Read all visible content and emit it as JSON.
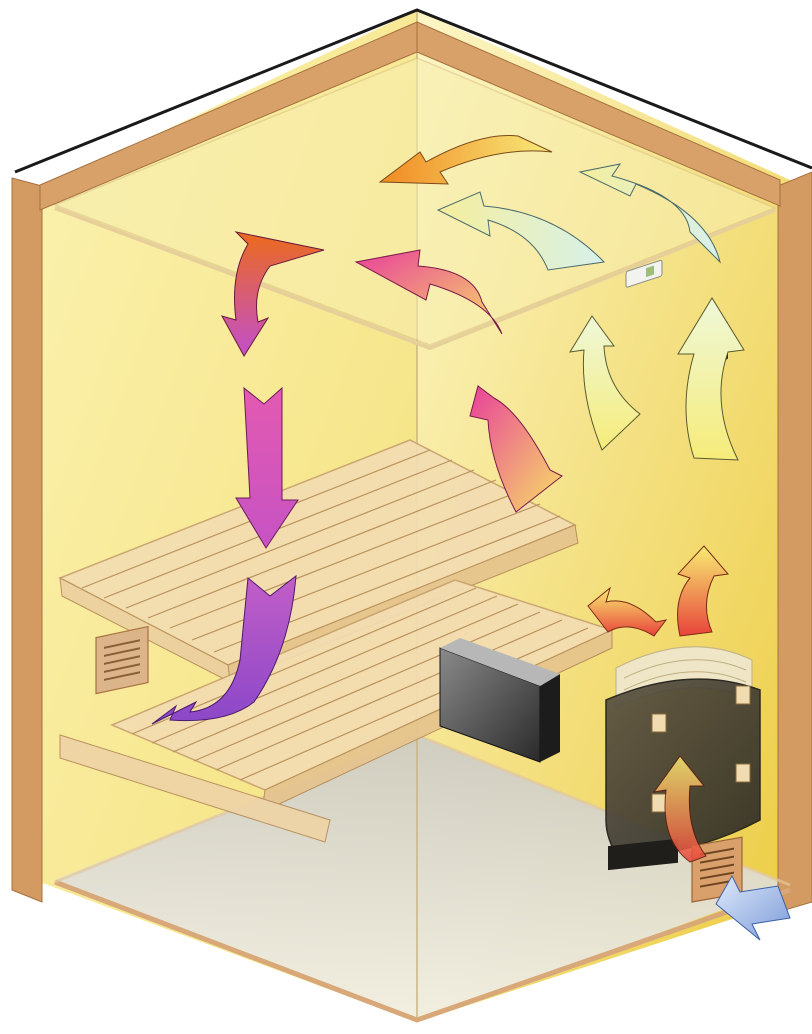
{
  "diagram": {
    "subject": "sauna",
    "colors": {
      "wall_light": "#fbf3b6",
      "wall_mid": "#f4df72",
      "wall_dark": "#e8c63a",
      "wood": "#d6a06a",
      "wood_dark": "#b57a45",
      "bench": "#f1d9ab",
      "floor": "#d8d8d8",
      "heater": "#3e3a30",
      "cold_air": "#8aa7dc",
      "warm_air": "#f5e96a",
      "hot_air": "#e8433a",
      "cooling_air": "#b455c8"
    },
    "components": [
      {
        "id": "ceiling"
      },
      {
        "id": "upper-bench"
      },
      {
        "id": "lower-bench"
      },
      {
        "id": "heater"
      },
      {
        "id": "floor-inlet-vent"
      },
      {
        "id": "exhaust-vent"
      },
      {
        "id": "wall-box"
      },
      {
        "id": "sensor"
      },
      {
        "id": "control-unit"
      }
    ],
    "airflow": [
      {
        "id": "inlet",
        "color": "cold_air"
      },
      {
        "id": "heater-rise",
        "color": "hot_air"
      },
      {
        "id": "rise-1",
        "color": "warm_air"
      },
      {
        "id": "rise-2",
        "color": "warm_air"
      },
      {
        "id": "ceiling-1",
        "color": "warm_air"
      },
      {
        "id": "ceiling-2",
        "color": "warm_air"
      },
      {
        "id": "ceiling-3",
        "color": "warm_air"
      },
      {
        "id": "ceiling-4",
        "color": "hot_air"
      },
      {
        "id": "down-1",
        "color": "hot_air"
      },
      {
        "id": "down-2",
        "color": "cooling_air"
      },
      {
        "id": "down-3",
        "color": "cooling_air"
      },
      {
        "id": "exit",
        "color": "cooling_air"
      }
    ]
  }
}
